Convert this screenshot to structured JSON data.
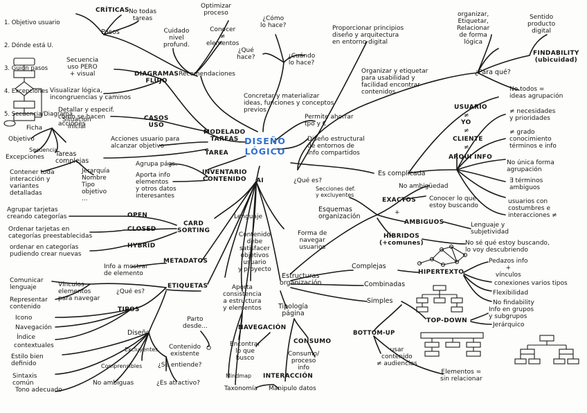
{
  "center": {
    "title_line1": "DISEÑO",
    "title_line2": "LÓGICO"
  },
  "top_left": {
    "list": [
      "1. Objetivo usuario",
      "2. Dónde está U.",
      "3. Guión pasos",
      "4. Excepciones",
      "5. Secuencia/Diagrama"
    ],
    "criticas": "CRÍTICAS",
    "no_todas": "No todas\ntareas",
    "pasos": "Pasos",
    "optimizar": "Optimizar\nproceso",
    "conocer_elementos": "Conocer\n≠\nelementos",
    "cuidado": "Cuidado\nnivel\nprofund.",
    "recomendaciones": "Recomendaciones",
    "secuencia": "Secuencia\nuso PERO\n+ visual",
    "diagramas": "DIAGRAMAS\nFLUJO",
    "visualizar": "Visualizar lógica,\nincongruencias y caminos",
    "detallar": "Detallar y especif.\ncómo se hacen\nacciones",
    "casos_uso": "CASOS\nUSO",
    "ficha": "Ficha",
    "situacion": "Situación\ninicial",
    "objetivo": "Objetivo",
    "secuencia_sm": "Secuencia",
    "excepciones": "Excepciones",
    "tareas_complejas": "Tareas\ncomplejas",
    "acciones_usuario": "Acciones usuario para\nalcanzar objetivo",
    "modelado": "MODELADO\nTAREAS",
    "tarea": "TAREA",
    "contener": "Contener toda\ninteracción y\nvariantes\ndetalladas",
    "jerarquia": "Jerarquía\nNombre\nTipo\nobjetivo\n...",
    "agrupa": "Agrupa págs.",
    "aporta_info": "Aporta info\nelementos\ny otros datos\ninteresantes",
    "inventario": "INVENTARIO\nCONTENIDO",
    "ai": "AI"
  },
  "top_mid": {
    "como": "¿Cómo\nlo hace?",
    "que": "¿Qué\nhace?",
    "cuando": "¿Cuándo\nlo hace?",
    "concretar": "Concretar y materializar\nideas, funciones y conceptos\nprevios",
    "permite": "Permite ahorrar\ntpo y €",
    "diseno_estructural": "Diseño estructural\nde entornos de\ninfo compartidos",
    "proporcionar": "Proporcionar principios\ndiseño y arquitectura\nen entorno digital",
    "organizar": "Organizar y etiquetar\npara usabilidad y\nfacilidad encontrar\ncontenidos",
    "que_es": "¿Qué es?"
  },
  "right": {
    "organizar_etiquetar": "organizar,\nEtiquetar,\nRelacionar\nde forma\nlógica",
    "sentido": "Sentido\nproducto\ndigital",
    "findability": "FINDABILITY\n(ubicuidad)",
    "para_que": "¿Para qué?",
    "no_todos": "No todos =\nideas agrupación",
    "usuario": "USUARIO",
    "neq1": "≠",
    "yo": "YO",
    "neq2": "≠",
    "cliente": "CLIENTE",
    "neq3": "≠",
    "arqui": "ARQUI INFO",
    "necesidades": "≠ necesidades\ny prioridades",
    "grado": "≠ grado\nconocimiento\ntérminos e info",
    "no_unica": "No única forma\nagrupación",
    "terminos": "∃ términos\nambiguos",
    "usuarios_costumbres": "usuarios con\ncostumbres e\ninteracciones ≠",
    "es_complicada": "Es complicada",
    "no_ambiguedad": "No ambigüedad",
    "conocer_lo_que": "Conocer lo que\nestoy buscando",
    "secciones": "Secciones def.\ny excluyentes",
    "exactos": "EXACTOS",
    "esquemas": "Esquemas\norganización",
    "plus": "+",
    "ambiguos": "AMBIGUOS",
    "lenguaje_subj": "Lenguaje y\nsubjetividad",
    "hibridos": "HÍBRIDOS\n(+comunes)",
    "no_se": "No sé qué estoy buscando,\nlo voy descubriendo",
    "hipertexto": "HIPERTEXTO",
    "pedazos": "Pedazos info\n+\nvínculos",
    "conexiones": "conexiones varios tipos",
    "flexibilidad": "Flexibilidad",
    "no_findability": "No findability",
    "complejas": "Complejas",
    "combinadas": "Combinadas",
    "simples": "Simples",
    "top_down": "TOP-DOWN",
    "info_grupos": "Info en grupos\ny subgrupos",
    "jerarquico": "Jerárquico",
    "bottom_up": "BOTTOM-UP",
    "usar_contenido": "usar\ncontenido\n≠ audiencias",
    "elementos_sin": "Elementos =\nsin relacionar"
  },
  "bottom": {
    "agrupar": "Agrupar tarjetas\ncreando categorías",
    "open": "OPEN",
    "ordenar": "Ordenar tarjetas en\ncategorías preestablecidas",
    "closed": "CLOSED",
    "ordenar_cat": "ordenar en categorías\npudiendo crear nuevas",
    "hybrid": "HYBRID",
    "card_sorting": "CARD\nSORTING",
    "lenguaje": "Lenguaje",
    "contenido_debe": "Contenido\ndebe\nsatisfacer\nobjetivos\nusuario\ny proyecto",
    "forma_navegar": "Forma de\nnavegar\nusuarios",
    "info_mostrar": "Info a mostrar\nde elemento",
    "metadatos": "METADATOS",
    "comunicar": "Comunicar\nlenguaje",
    "vinculos": "Vínculos\nelementos\npara navegar",
    "representar": "Representar\ncontenido",
    "etiquetas": "ETIQUETAS",
    "que_es2": "¿Qué es?",
    "aporta_consistencia": "Aporta\nconsistencia\na estructura\ny elementos",
    "estructuras": "Estructuras\norganización",
    "tipos": "TIPOS",
    "icono": "Icono",
    "navegacion_i": "Navegación",
    "indice": "Índice",
    "contextuales": "contextuales",
    "parto": "Parto\ndesde...",
    "tipologia": "Tipología\npágina",
    "navegacion": "NAVEGACIÓN",
    "encontrar": "Encontrar\nlo que\nbusco",
    "consumo": "CONSUMO",
    "consumo_proceso": "Consumo/\nproceso\ninfo",
    "diseno": "Diseño",
    "estilo": "Estilo bien\ndefinido",
    "excluyentes": "Excluyentes",
    "contenido_existente": "Contenido\nexistente",
    "o": "O",
    "se_entiende": "¿Se entiende?",
    "comprensibles": "Comprensibles",
    "sintaxis": "Sintaxis\ncomún",
    "no_ambiguas": "No ambiguas",
    "es_atractivo": "¿Es atractivo?",
    "mindmap": "Mindmap",
    "interaccion": "INTERACCIÓN",
    "tono": "Tono adecuado",
    "taxonomia": "Taxonomía",
    "manipulo": "Manipulo datos"
  }
}
